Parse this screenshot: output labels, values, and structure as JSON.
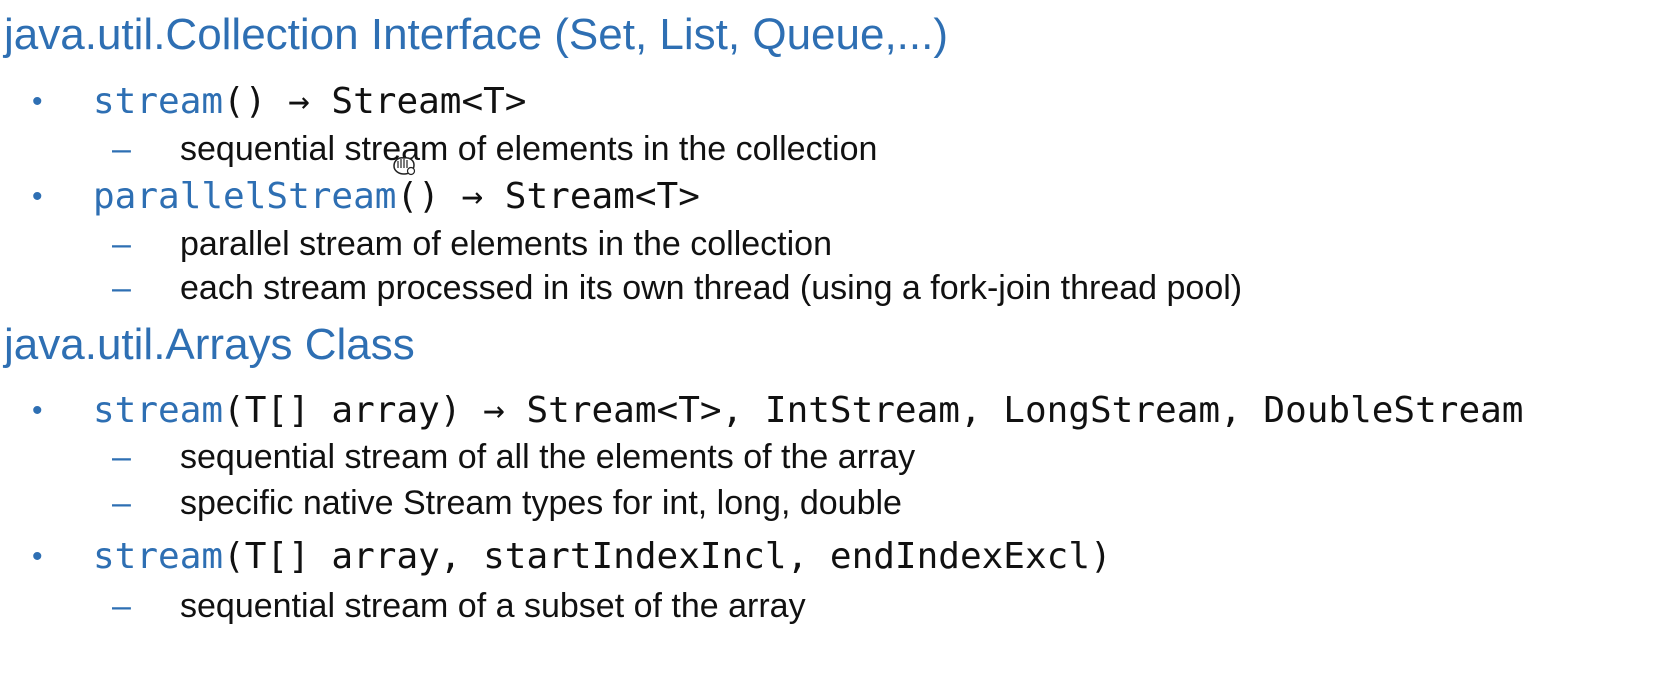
{
  "sections": [
    {
      "heading": "java.util.Collection Interface (Set, List, Queue,...)",
      "bullets": [
        {
          "bullet_glyph": "•",
          "method": "stream",
          "signature": "() → Stream<T>",
          "subs": [
            {
              "dash": "–",
              "text": "sequential stream of elements in the collection"
            }
          ]
        },
        {
          "bullet_glyph": "•",
          "method": "parallelStream",
          "signature": "() → Stream<T>",
          "subs": [
            {
              "dash": "–",
              "text": "parallel stream of elements in the collection"
            },
            {
              "dash": "–",
              "text": "each stream processed in its own thread (using a fork-join thread pool)"
            }
          ]
        }
      ]
    },
    {
      "heading": "java.util.Arrays Class",
      "bullets": [
        {
          "bullet_glyph": "•",
          "method": "stream",
          "signature": "(T[] array) → Stream<T>, IntStream, LongStream, DoubleStream",
          "subs": [
            {
              "dash": "–",
              "text": "sequential stream of all the elements of the array"
            },
            {
              "dash": "–",
              "text": "specific native Stream types for int, long, double"
            }
          ]
        },
        {
          "bullet_glyph": "•",
          "method": "stream",
          "signature": "(T[] array, startIndexIncl, endIndexExcl)",
          "subs": [
            {
              "dash": "–",
              "text": "sequential stream of a subset of the array"
            }
          ]
        }
      ]
    }
  ],
  "colors": {
    "accent_blue": "#2e6fb3",
    "text": "#111111",
    "background": "#ffffff"
  },
  "icons": {
    "cursor": "busy-cursor-icon"
  }
}
